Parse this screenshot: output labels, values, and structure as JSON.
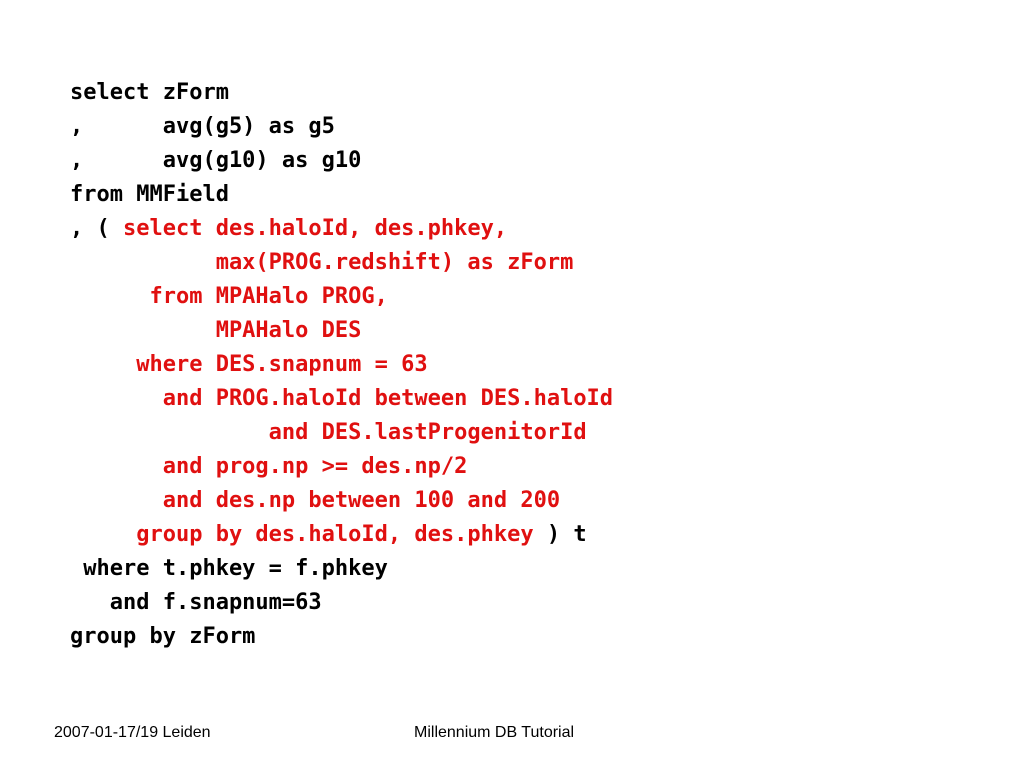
{
  "colors": {
    "keyword": "#000000",
    "subquery": "#e01010"
  },
  "code_lines": [
    [
      {
        "text": "select zForm",
        "color": "black"
      }
    ],
    [
      {
        "text": ",      avg(g5) as g5",
        "color": "black"
      }
    ],
    [
      {
        "text": ",      avg(g10) as g10",
        "color": "black"
      }
    ],
    [
      {
        "text": "from MMField",
        "color": "black"
      }
    ],
    [
      {
        "text": ", ( ",
        "color": "black"
      },
      {
        "text": "select des.haloId, des.phkey,",
        "color": "red"
      }
    ],
    [
      {
        "text": "           max(PROG.redshift) as zForm",
        "color": "red"
      }
    ],
    [
      {
        "text": "      from MPAHalo PROG,",
        "color": "red"
      }
    ],
    [
      {
        "text": "           MPAHalo DES",
        "color": "red"
      }
    ],
    [
      {
        "text": "     where DES.snapnum = 63",
        "color": "red"
      }
    ],
    [
      {
        "text": "       and PROG.haloId between DES.haloId",
        "color": "red"
      }
    ],
    [
      {
        "text": "               and DES.lastProgenitorId",
        "color": "red"
      }
    ],
    [
      {
        "text": "       and prog.np >= des.np/2",
        "color": "red"
      }
    ],
    [
      {
        "text": "       and des.np between 100 and 200",
        "color": "red"
      }
    ],
    [
      {
        "text": "     group by des.haloId, des.phkey",
        "color": "red"
      },
      {
        "text": " ) t",
        "color": "black"
      }
    ],
    [
      {
        "text": " where t.phkey = f.phkey",
        "color": "black"
      }
    ],
    [
      {
        "text": "   and f.snapnum=63",
        "color": "black"
      }
    ],
    [
      {
        "text": "group by zForm",
        "color": "black"
      }
    ]
  ],
  "footer": {
    "left": "2007-01-17/19 Leiden",
    "center": "Millennium DB Tutorial"
  }
}
